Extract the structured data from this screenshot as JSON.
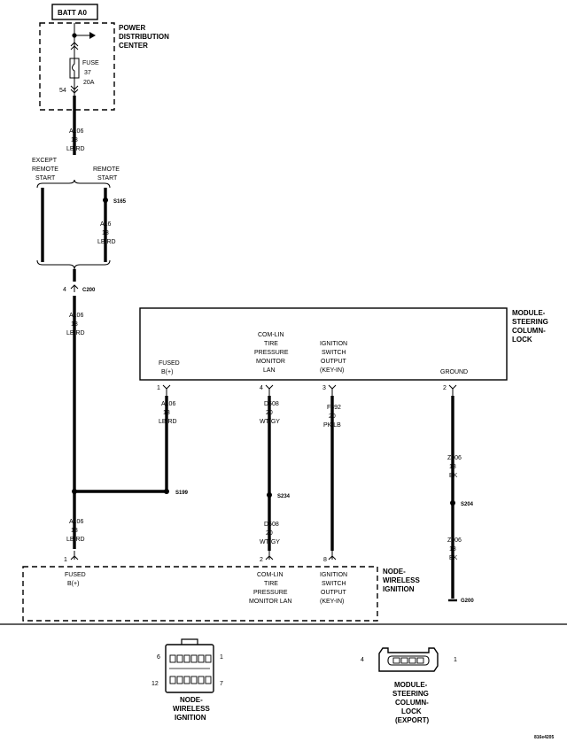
{
  "battery": {
    "label": "BATT A0"
  },
  "pdc": {
    "title_lines": [
      "POWER",
      "DISTRIBUTION",
      "CENTER"
    ]
  },
  "fuse": {
    "lines": [
      "FUSE",
      "37",
      "20A"
    ],
    "pin": "54"
  },
  "wire_top": {
    "lines": [
      "A106",
      "18",
      "LB/RD"
    ]
  },
  "branch_except": {
    "lines": [
      "EXCEPT",
      "REMOTE",
      "START"
    ]
  },
  "branch_remote": {
    "lines": [
      "REMOTE",
      "START"
    ]
  },
  "splice_s165": {
    "label": "S165"
  },
  "wire_a16": {
    "lines": [
      "A16",
      "18",
      "LB/RD"
    ]
  },
  "connector_c200": {
    "label": "C200",
    "pin": "4"
  },
  "wire_mid": {
    "lines": [
      "A106",
      "18",
      "LB/RD"
    ]
  },
  "module_scl": {
    "title_lines": [
      "MODULE-",
      "STEERING",
      "COLUMN-",
      "LOCK"
    ],
    "pins": [
      {
        "id": "fused",
        "lines": [
          "FUSED",
          "B(+)"
        ],
        "pin": "1"
      },
      {
        "id": "comlin",
        "lines": [
          "COM-LIN",
          "TIRE",
          "PRESSURE",
          "MONITOR",
          "LAN"
        ],
        "pin": "4"
      },
      {
        "id": "ign",
        "lines": [
          "IGNITION",
          "SWITCH",
          "OUTPUT",
          "(KEY-IN)"
        ],
        "pin": "3"
      },
      {
        "id": "gnd",
        "lines": [
          "GROUND"
        ],
        "pin": "2"
      }
    ]
  },
  "wire_a106_scl": {
    "lines": [
      "A106",
      "18",
      "LB/RD"
    ]
  },
  "wire_d508_top": {
    "lines": [
      "D508",
      "20",
      "WT/GY"
    ]
  },
  "wire_f892": {
    "lines": [
      "F892",
      "20",
      "PK/LB"
    ]
  },
  "wire_z906_top": {
    "lines": [
      "Z906",
      "18",
      "BK"
    ]
  },
  "splice_s199": {
    "label": "S199"
  },
  "splice_s234": {
    "label": "S234"
  },
  "splice_s204": {
    "label": "S204"
  },
  "wire_a106_bottom": {
    "lines": [
      "A106",
      "18",
      "LB/RD"
    ]
  },
  "wire_d508_bottom": {
    "lines": [
      "D508",
      "20",
      "WT/GY"
    ]
  },
  "wire_z906_bottom": {
    "lines": [
      "Z906",
      "18",
      "BK"
    ]
  },
  "ground_g200": {
    "label": "G200"
  },
  "module_nwi": {
    "title_lines": [
      "NODE-",
      "WIRELESS",
      "IGNITION"
    ],
    "pins": [
      {
        "id": "fused",
        "lines": [
          "FUSED",
          "B(+)"
        ],
        "pin": "1"
      },
      {
        "id": "comlin",
        "lines": [
          "COM-LIN",
          "TIRE",
          "PRESSURE",
          "MONITOR LAN"
        ],
        "pin": "2"
      },
      {
        "id": "ign",
        "lines": [
          "IGNITION",
          "SWITCH",
          "OUTPUT",
          "(KEY-IN)"
        ],
        "pin": "8"
      }
    ]
  },
  "connector_nwi": {
    "pins": {
      "tl": "6",
      "tr": "1",
      "bl": "12",
      "br": "7"
    },
    "caption_lines": [
      "NODE-",
      "WIRELESS",
      "IGNITION"
    ]
  },
  "connector_scl": {
    "pins": {
      "left": "4",
      "right": "1"
    },
    "caption_lines": [
      "MODULE-",
      "STEERING",
      "COLUMN-",
      "LOCK",
      "(EXPORT)"
    ]
  },
  "figure_id": "816e4205"
}
